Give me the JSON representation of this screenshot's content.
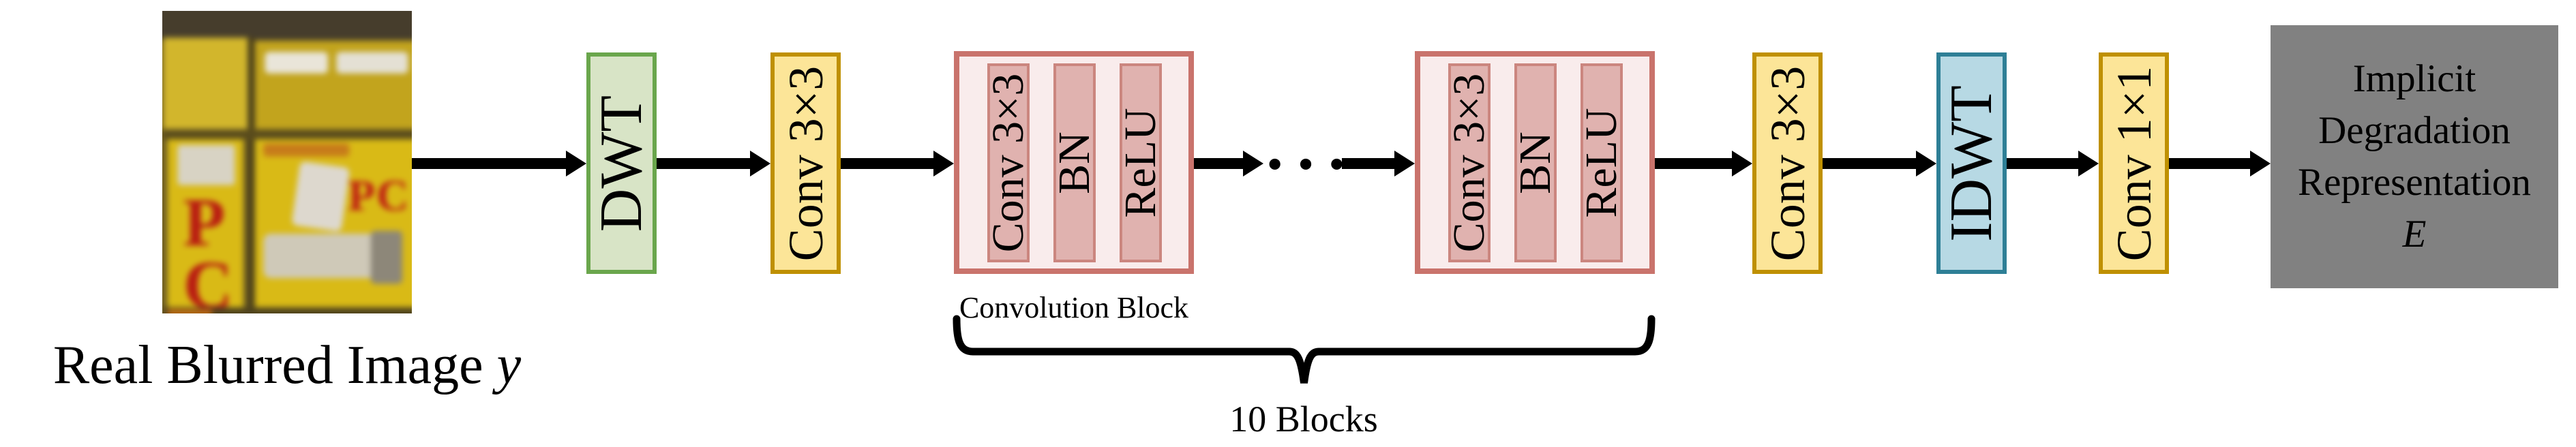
{
  "photo": {
    "sign_pc_left": "PC",
    "sign_pc_right": "PC"
  },
  "caption": {
    "text": "Real Blurred Image",
    "symbol": "y"
  },
  "pipeline": {
    "dwt": "DWT",
    "conv3x3_first": "Conv 3×3",
    "conv_block": {
      "caption": "Convolution Block",
      "layers": [
        "Conv 3×3",
        "BN",
        "ReLU"
      ]
    },
    "ellipsis": "···",
    "brace_label": "10 Blocks",
    "conv3x3_last": "Conv 3×3",
    "idwt": "IDWT",
    "conv1x1": "Conv 1×1"
  },
  "output": {
    "lines": [
      "Implicit",
      "Degradation",
      "Representation"
    ],
    "symbol": "E"
  },
  "colors": {
    "dwt_fill": "#d8e4c6",
    "dwt_border": "#6aa64c",
    "conv_fill": "#fce598",
    "conv_border": "#bf9000",
    "block_fill": "#f9ecec",
    "block_border": "#c9736c",
    "layer_fill": "#e0b2af",
    "layer_border": "#cb867f",
    "idwt_fill": "#b7d9e4",
    "idwt_border": "#2e7f96",
    "output_fill": "#818181",
    "arrow": "#000000"
  }
}
